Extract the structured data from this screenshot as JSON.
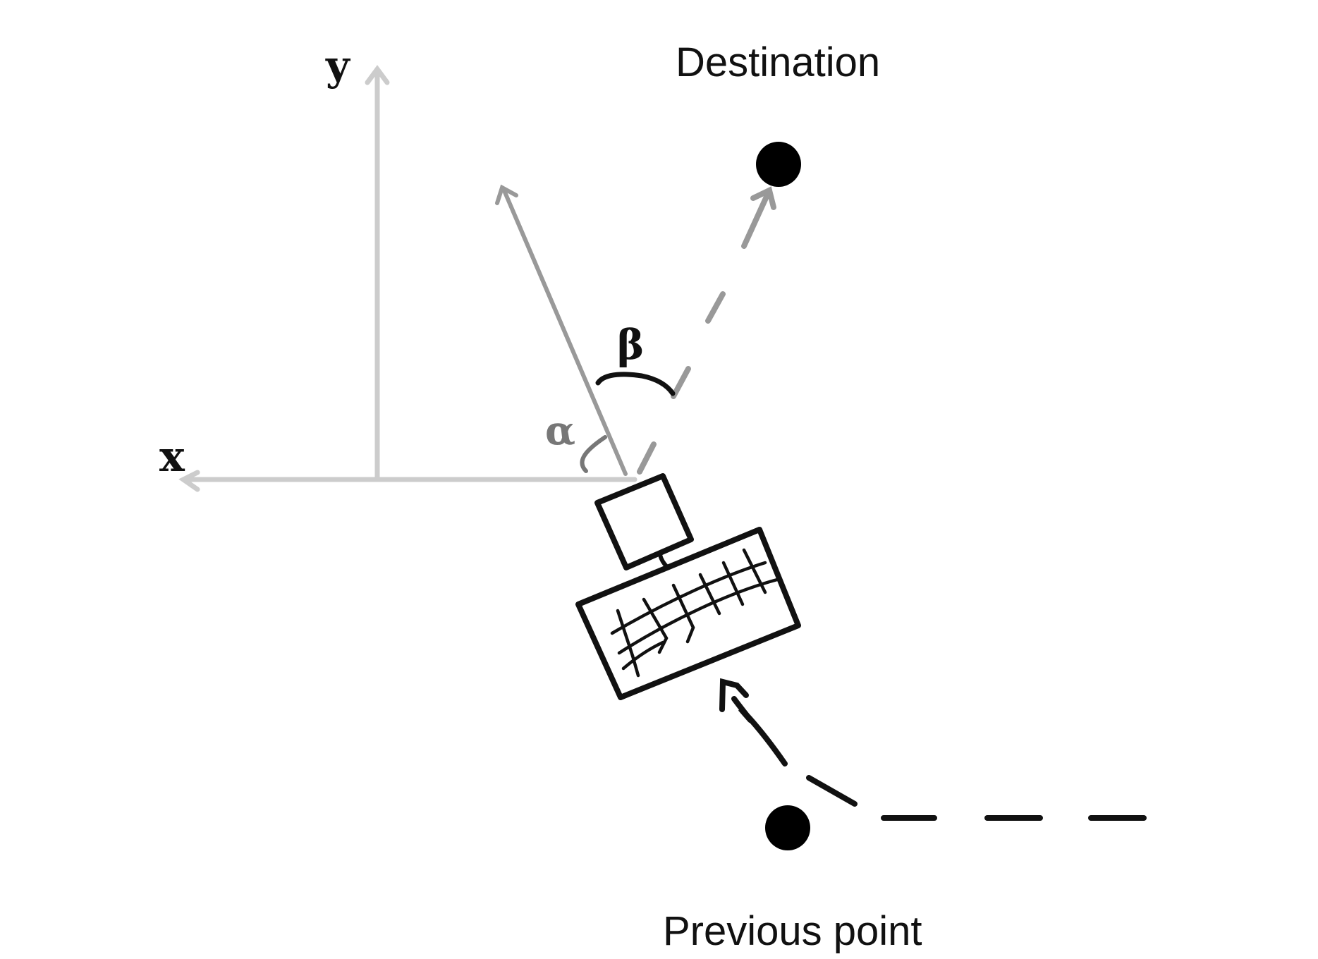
{
  "labels": {
    "destination": "Destination",
    "previous_point": "Previous point"
  },
  "axes": {
    "x": "x",
    "y": "y"
  },
  "angles": {
    "alpha": "α",
    "beta": "β"
  },
  "colors": {
    "axes": "#cccccc",
    "heading": "#999999",
    "dashed_to_destination": "#999999",
    "robot": "#111111",
    "points": "#000000",
    "text": "#111111"
  }
}
